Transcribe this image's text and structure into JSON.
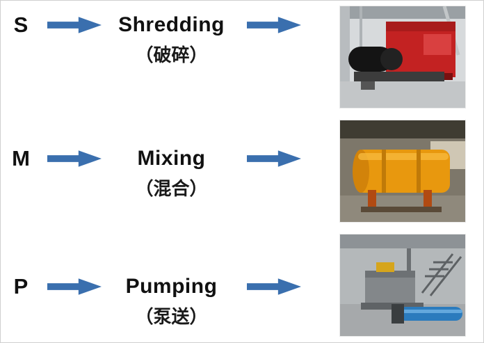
{
  "colors": {
    "arrow": "#3a6fae",
    "background": "#ffffff"
  },
  "rows": [
    {
      "letter": "S",
      "term": "Shredding",
      "translation": "（破碎）",
      "photo": "shredder-machine-photo"
    },
    {
      "letter": "M",
      "term": "Mixing",
      "translation": "（混合）",
      "photo": "mixer-machine-photo"
    },
    {
      "letter": "P",
      "term": "Pumping",
      "translation": "（泵送）",
      "photo": "pump-machine-photo"
    }
  ]
}
